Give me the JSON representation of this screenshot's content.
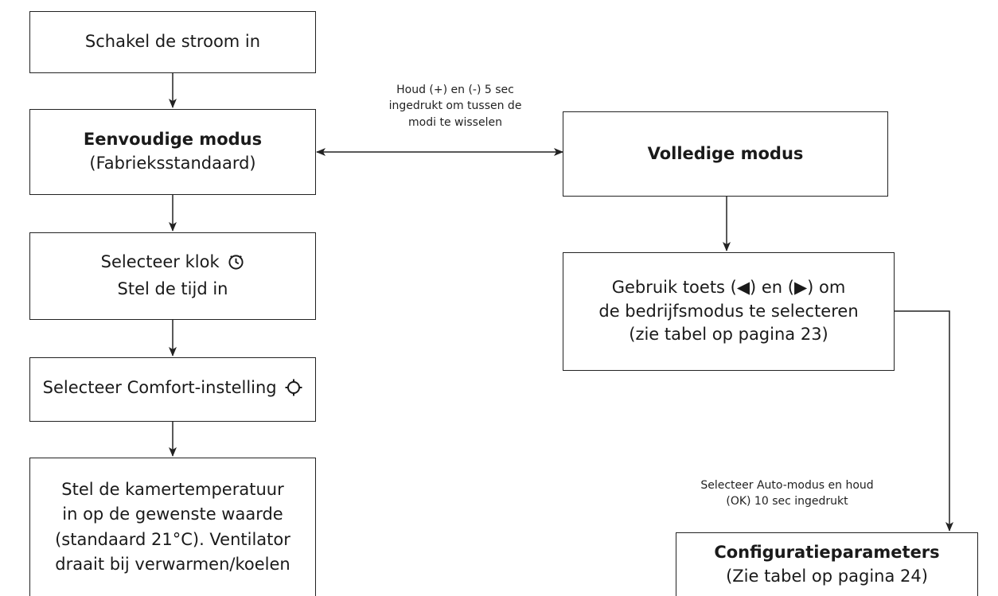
{
  "left": {
    "power": "Schakel de stroom in",
    "simple_title": "Eenvoudige modus",
    "simple_sub": "(Fabrieksstandaard)",
    "clock_line1": "Selecteer klok",
    "clock_line2": "Stel de tijd in",
    "clock_icon": "clock-icon",
    "comfort": "Selecteer Comfort-instelling",
    "comfort_icon": "sun-icon",
    "temp_lines": [
      "Stel de kamertemperatuur",
      "in op de gewenste waarde",
      "(standaard 21°C). Ventilator",
      "draait bij verwarmen/koelen"
    ]
  },
  "right": {
    "full_title": "Volledige modus",
    "keys_lines": [
      "Gebruik toets (◀) en (▶) om",
      "de bedrijfsmodus te selecteren",
      "(zie tabel op pagina 23)"
    ],
    "config_title": "Configuratieparameters",
    "config_sub": "(Zie tabel op pagina 24)"
  },
  "notes": {
    "switch_lines": [
      "Houd (+) en (-) 5 sec",
      "ingedrukt om tussen de",
      "modi te wisselen"
    ],
    "auto_lines": [
      "Selecteer Auto-modus en houd",
      "(OK) 10 sec ingedrukt"
    ]
  }
}
